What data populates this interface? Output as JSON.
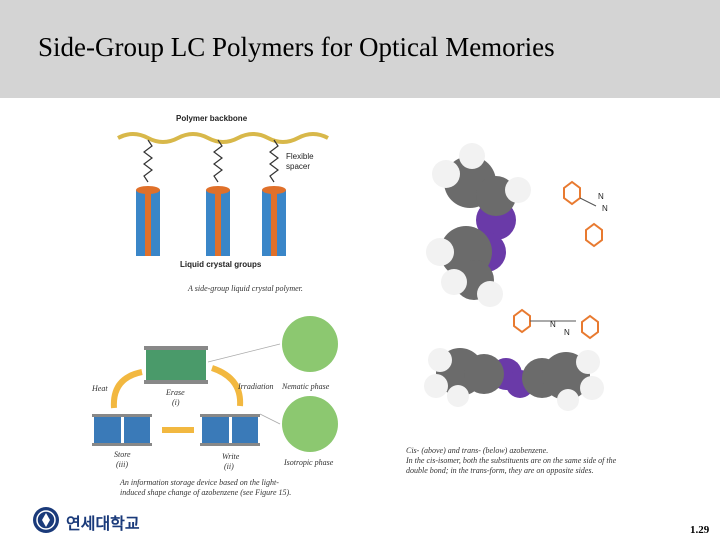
{
  "slide": {
    "title": "Side-Group LC Polymers for Optical Memories",
    "page_number": "1.29"
  },
  "figure_polymer": {
    "backbone_label": "Polymer backbone",
    "spacer_label_1": "Flexible",
    "spacer_label_2": "spacer",
    "groups_label": "Liquid crystal groups",
    "caption": "A side-group liquid crystal polymer."
  },
  "figure_storage": {
    "heat_label": "Heat",
    "erase_label_1": "Erase",
    "erase_label_2": "(i)",
    "irradiation_label": "Irradiation",
    "nematic_label": "Nematic phase",
    "isotropic_label": "Isotropic phase",
    "store_label_1": "Store",
    "store_label_2": "(iii)",
    "write_label_1": "Write",
    "write_label_2": "(ii)",
    "caption_1": "An information storage device based on the light-",
    "caption_2": "induced shape change of azobenzene (see Figure 15)."
  },
  "figure_azobenzene": {
    "n_label": "N",
    "caption_1": "Cis- (above) and trans- (below) azobenzene.",
    "caption_2": "In the cis-isomer, both the substituents are on the same side of the",
    "caption_3": "double bond; in the trans-form, they are on opposite sides."
  },
  "logo": {
    "text": "연세대학교"
  },
  "colors": {
    "header_bg": "#d4d4d4",
    "backbone": "#d8b84a",
    "cylinder_top": "#e0702a",
    "cylinder_body": "#3a86c8",
    "nitrogen_purple": "#6a3aa8",
    "carbon_gray": "#6b6b6b",
    "hydrogen_white": "#f2f2f2",
    "ring_orange": "#e87a30"
  }
}
